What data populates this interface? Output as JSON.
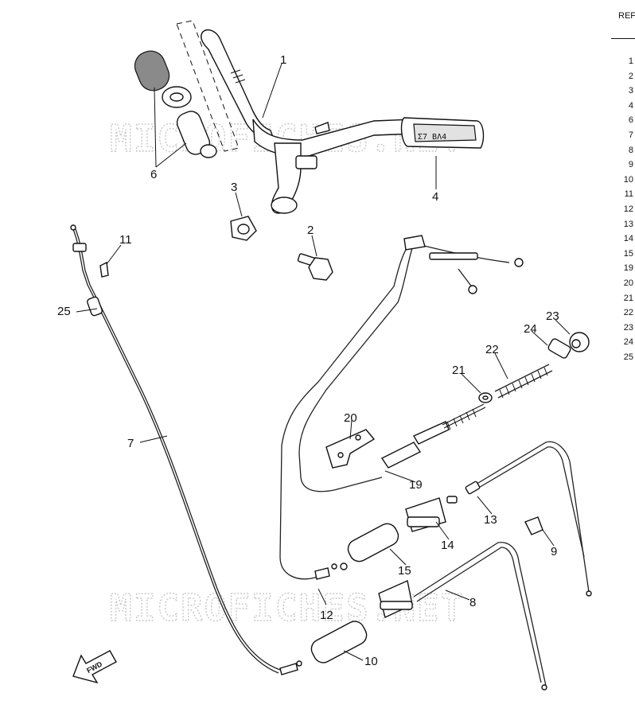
{
  "watermark": "MICROFICHES.NET",
  "fwd_label": "FWD",
  "grip_text": "Ʃ7 BΛ4",
  "callouts": [
    "1",
    "2",
    "3",
    "4",
    "6",
    "7",
    "8",
    "9",
    "10",
    "11",
    "12",
    "13",
    "14",
    "15",
    "19",
    "20",
    "21",
    "22",
    "23",
    "24",
    "25"
  ],
  "ref_column": {
    "header": "REF",
    "items": [
      "1",
      "2",
      "3",
      "4",
      "6",
      "7",
      "8",
      "9",
      "10",
      "11",
      "12",
      "13",
      "14",
      "15",
      "19",
      "20",
      "21",
      "22",
      "23",
      "24",
      "25"
    ]
  }
}
